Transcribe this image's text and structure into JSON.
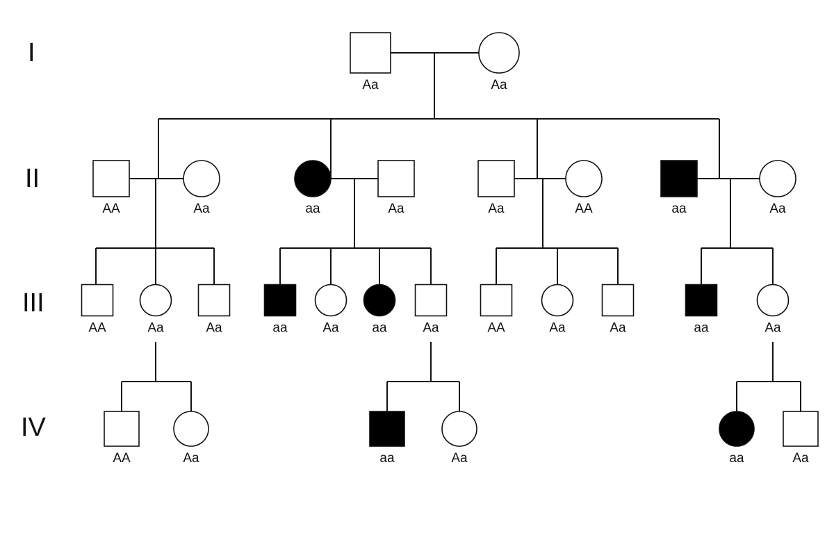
{
  "generations": [
    {
      "id": "I",
      "label": "I"
    },
    {
      "id": "II",
      "label": "II"
    },
    {
      "id": "III",
      "label": "III"
    },
    {
      "id": "IV",
      "label": "IV"
    }
  ],
  "individuals": [
    {
      "id": "I-1",
      "sex": "male",
      "affected": false,
      "genotype": "Aa"
    },
    {
      "id": "I-2",
      "sex": "female",
      "affected": false,
      "genotype": "Aa"
    },
    {
      "id": "II-1",
      "sex": "male",
      "affected": false,
      "genotype": "AA"
    },
    {
      "id": "II-2",
      "sex": "female",
      "affected": false,
      "genotype": "Aa"
    },
    {
      "id": "II-3",
      "sex": "female",
      "affected": true,
      "genotype": "aa"
    },
    {
      "id": "II-4",
      "sex": "male",
      "affected": false,
      "genotype": "Aa"
    },
    {
      "id": "II-5",
      "sex": "male",
      "affected": false,
      "genotype": "Aa"
    },
    {
      "id": "II-6",
      "sex": "female",
      "affected": false,
      "genotype": "AA"
    },
    {
      "id": "II-7",
      "sex": "male",
      "affected": true,
      "genotype": "aa"
    },
    {
      "id": "II-8",
      "sex": "female",
      "affected": false,
      "genotype": "Aa"
    },
    {
      "id": "III-1",
      "sex": "male",
      "affected": false,
      "genotype": "AA"
    },
    {
      "id": "III-2",
      "sex": "female",
      "affected": false,
      "genotype": "Aa"
    },
    {
      "id": "III-3",
      "sex": "male",
      "affected": false,
      "genotype": "Aa"
    },
    {
      "id": "III-4",
      "sex": "male",
      "affected": true,
      "genotype": "aa"
    },
    {
      "id": "III-5",
      "sex": "female",
      "affected": false,
      "genotype": "Aa"
    },
    {
      "id": "III-6",
      "sex": "female",
      "affected": true,
      "genotype": "aa"
    },
    {
      "id": "III-7",
      "sex": "male",
      "affected": false,
      "genotype": "Aa"
    },
    {
      "id": "III-8",
      "sex": "male",
      "affected": false,
      "genotype": "AA"
    },
    {
      "id": "III-9",
      "sex": "female",
      "affected": false,
      "genotype": "Aa"
    },
    {
      "id": "III-10",
      "sex": "male",
      "affected": false,
      "genotype": "Aa"
    },
    {
      "id": "III-11",
      "sex": "male",
      "affected": true,
      "genotype": "aa"
    },
    {
      "id": "III-12",
      "sex": "female",
      "affected": false,
      "genotype": "Aa"
    },
    {
      "id": "IV-1",
      "sex": "male",
      "affected": false,
      "genotype": "AA"
    },
    {
      "id": "IV-2",
      "sex": "female",
      "affected": false,
      "genotype": "Aa"
    },
    {
      "id": "IV-3",
      "sex": "male",
      "affected": true,
      "genotype": "aa"
    },
    {
      "id": "IV-4",
      "sex": "female",
      "affected": false,
      "genotype": "Aa"
    },
    {
      "id": "IV-5",
      "sex": "female",
      "affected": true,
      "genotype": "aa"
    },
    {
      "id": "IV-6",
      "sex": "male",
      "affected": false,
      "genotype": "Aa"
    }
  ],
  "matings": [
    {
      "id": "m-I",
      "partners": [
        "I-1",
        "I-2"
      ],
      "children": [
        "II-2",
        "II-3",
        "II-5",
        "II-7"
      ]
    },
    {
      "id": "m-II-a",
      "partners": [
        "II-1",
        "II-2"
      ],
      "children": [
        "III-1",
        "III-2",
        "III-3"
      ]
    },
    {
      "id": "m-II-b",
      "partners": [
        "II-3",
        "II-4"
      ],
      "children": [
        "III-4",
        "III-5",
        "III-6",
        "III-7"
      ]
    },
    {
      "id": "m-II-c",
      "partners": [
        "II-5",
        "II-6"
      ],
      "children": [
        "III-8",
        "III-9",
        "III-10"
      ]
    },
    {
      "id": "m-II-d",
      "partners": [
        "II-7",
        "II-8"
      ],
      "children": [
        "III-11",
        "III-12"
      ]
    },
    {
      "id": "m-III-a",
      "partners": [
        "III-2"
      ],
      "children": [
        "IV-1",
        "IV-2"
      ]
    },
    {
      "id": "m-III-b",
      "partners": [
        "III-7"
      ],
      "children": [
        "IV-3",
        "IV-4"
      ]
    },
    {
      "id": "m-III-c",
      "partners": [
        "III-12"
      ],
      "children": [
        "IV-5",
        "IV-6"
      ]
    }
  ],
  "colors": {
    "line": "#111111",
    "affected_fill": "#000000",
    "unaffected_fill": "#ffffff"
  }
}
